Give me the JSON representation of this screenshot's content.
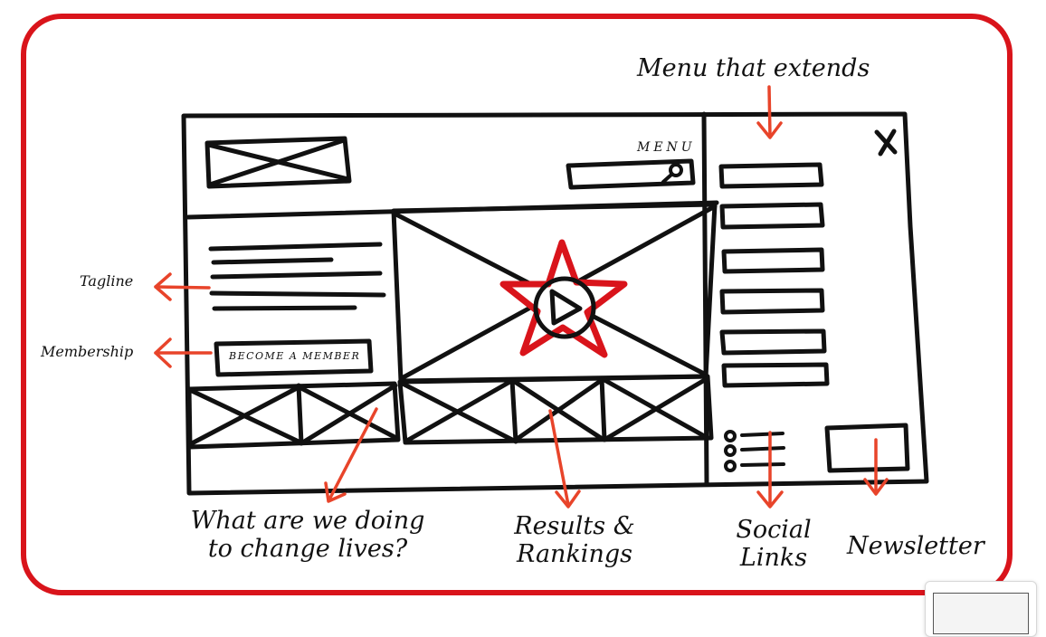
{
  "wireframe": {
    "menu_label": "MENU",
    "become_member_button": "BECOME A MEMBER",
    "close_glyph": "X"
  },
  "annotations": {
    "menu_extends": "Menu that extends",
    "tagline": "Tagline",
    "membership": "Membership",
    "changing_lives_line1": "What are we doing",
    "changing_lives_line2": "to change lives?",
    "results_line1": "Results &",
    "results_line2": "Rankings",
    "social_line1": "Social",
    "social_line2": "Links",
    "newsletter": "Newsletter"
  },
  "colors": {
    "frame_red": "#d9141b",
    "arrow_orange": "#e8442a",
    "star_red": "#d9141b",
    "ink": "#111111"
  },
  "icons": {
    "logo": "placeholder-x-box-icon",
    "search": "search-icon",
    "video": "play-button-icon",
    "close": "close-icon",
    "social": "social-circle-icons"
  }
}
